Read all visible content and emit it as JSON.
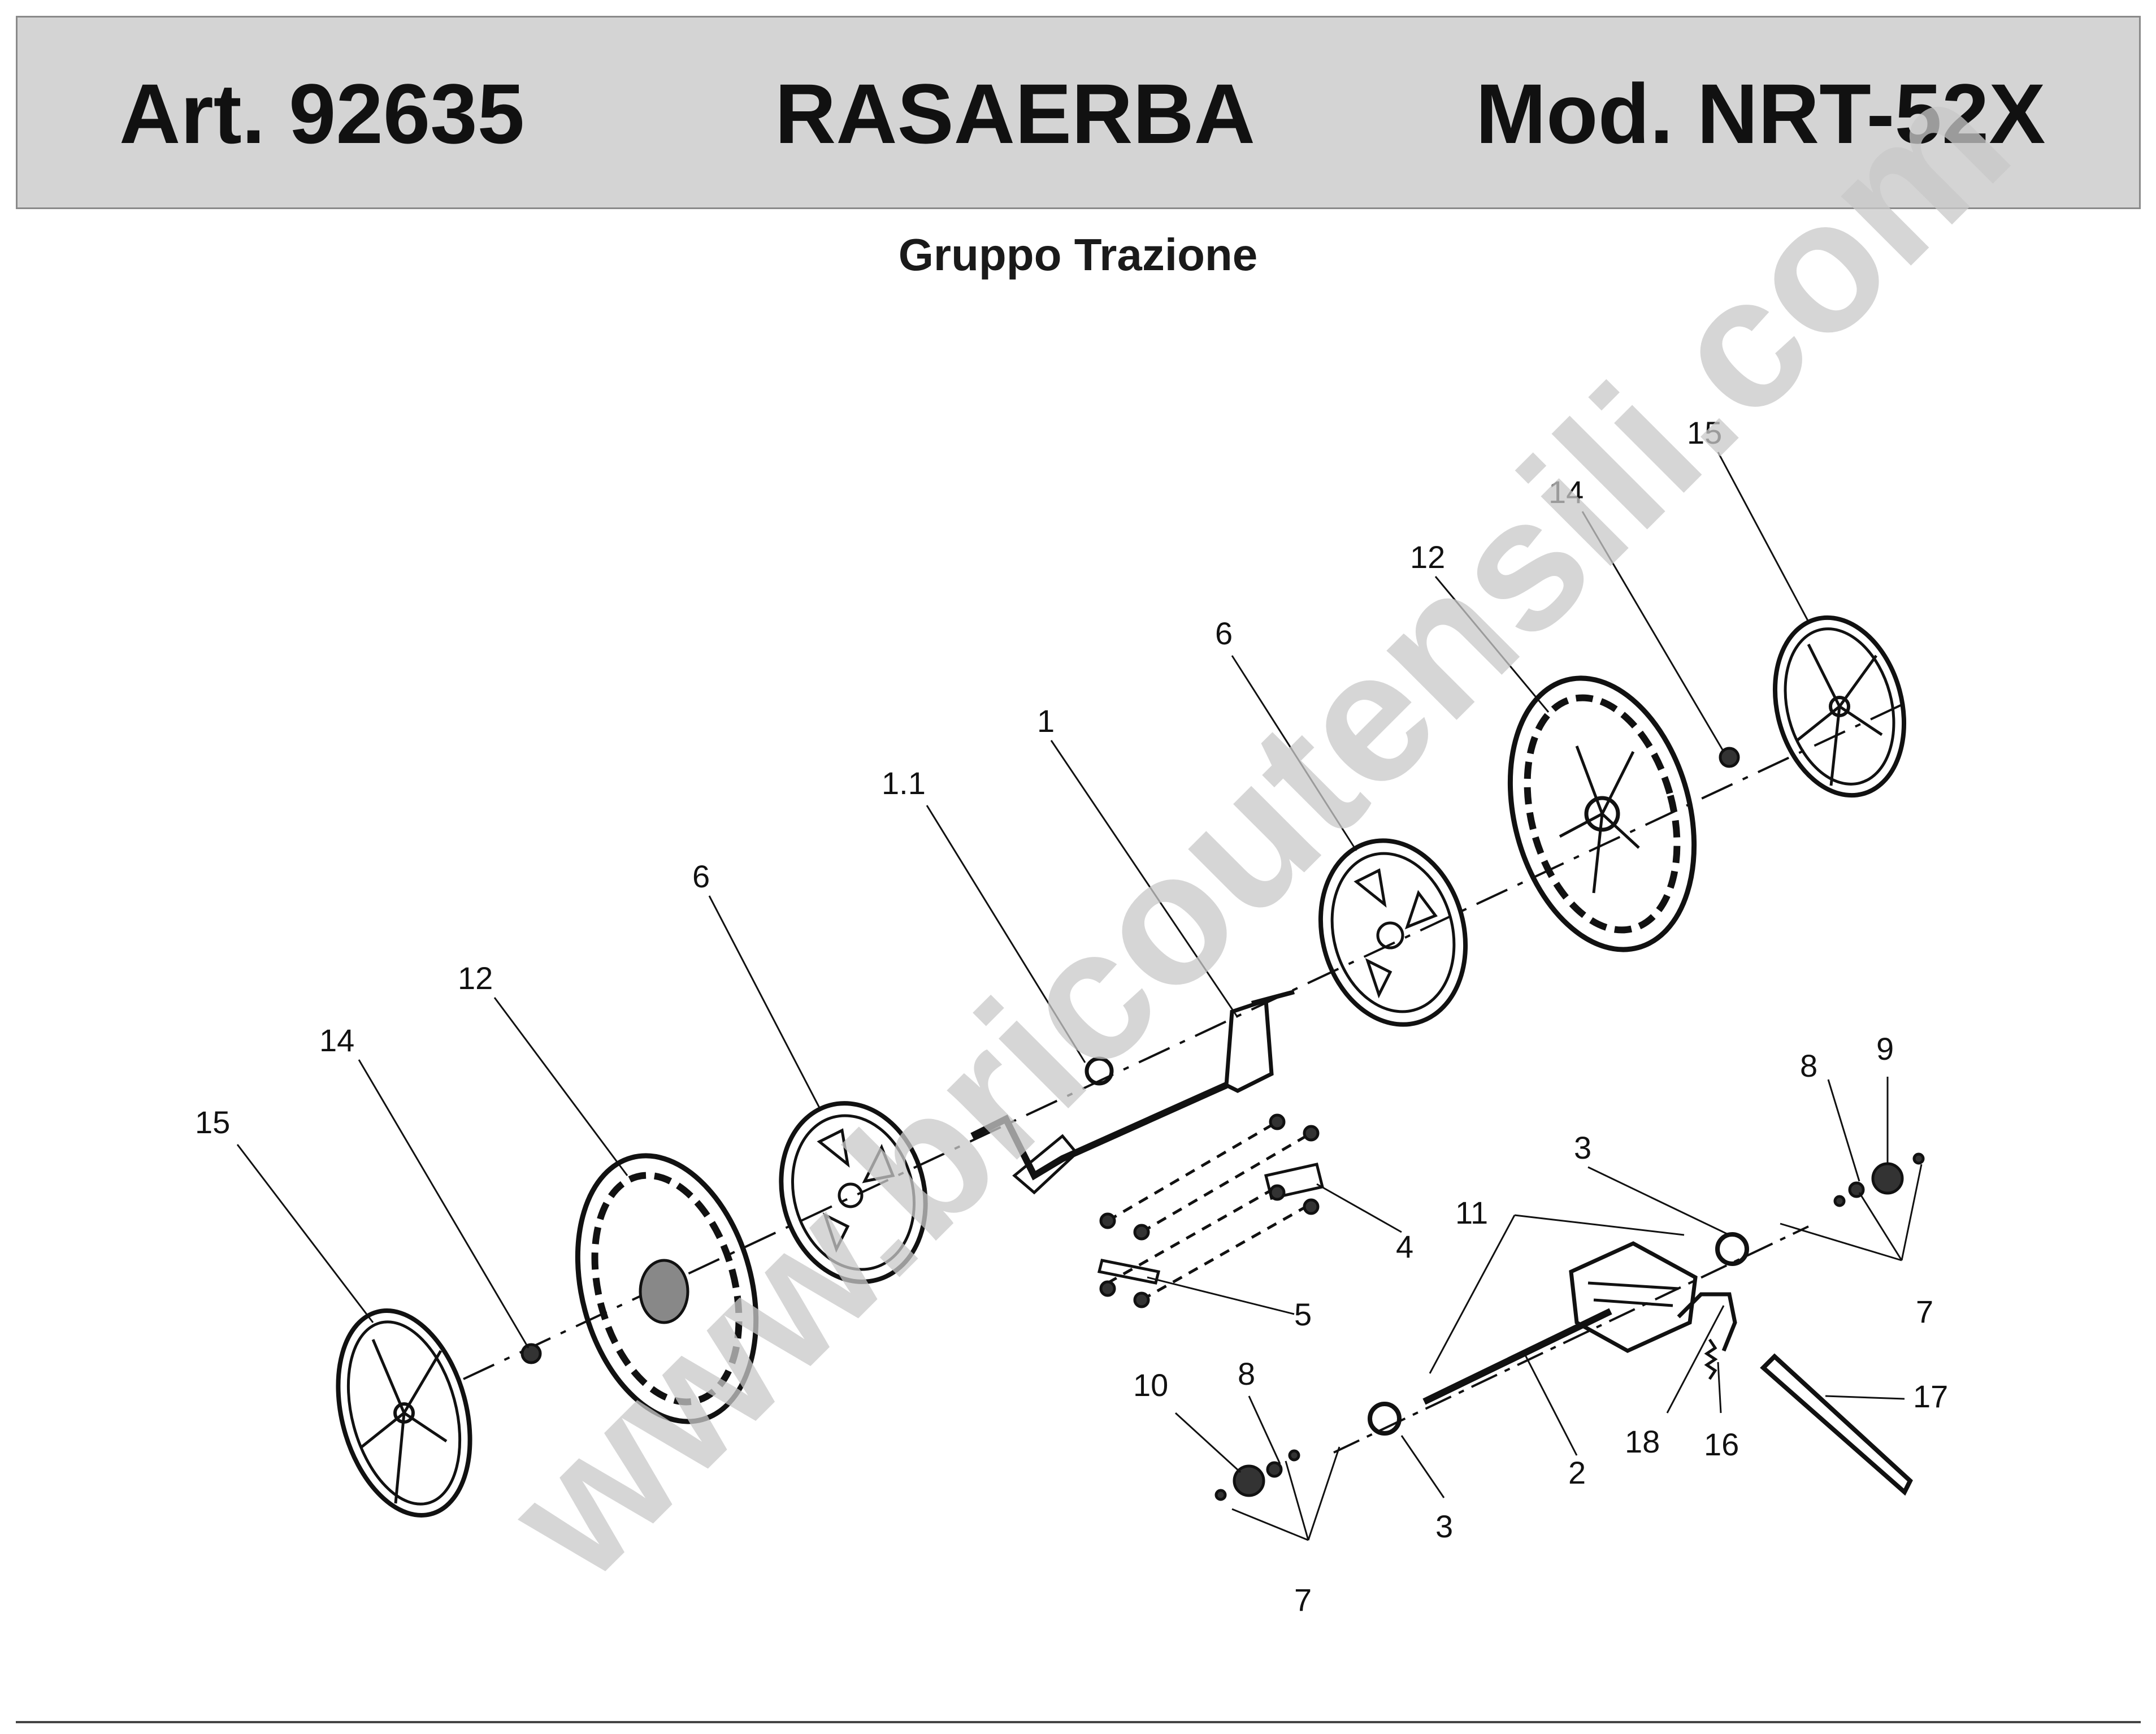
{
  "header": {
    "article": "Art. 92635",
    "title": "RASAERBA",
    "model": "Mod. NRT-52X"
  },
  "subtitle": "Gruppo Trazione",
  "watermark": "www.bricoutensili.com",
  "callouts": {
    "p1": "1",
    "p1_1": "1.1",
    "p2": "2",
    "p3a": "3",
    "p3b": "3",
    "p4": "4",
    "p5": "5",
    "p6a": "6",
    "p6b": "6",
    "p7a": "7",
    "p7b": "7",
    "p8a": "8",
    "p8b": "8",
    "p9": "9",
    "p10": "10",
    "p11": "11",
    "p12a": "12",
    "p12b": "12",
    "p14a": "14",
    "p14b": "14",
    "p15a": "15",
    "p15b": "15",
    "p16": "16",
    "p17": "17",
    "p18": "18"
  },
  "colors": {
    "header_bg": "#d4d4d4",
    "line": "#111111",
    "watermark": "#c9c9c9"
  }
}
